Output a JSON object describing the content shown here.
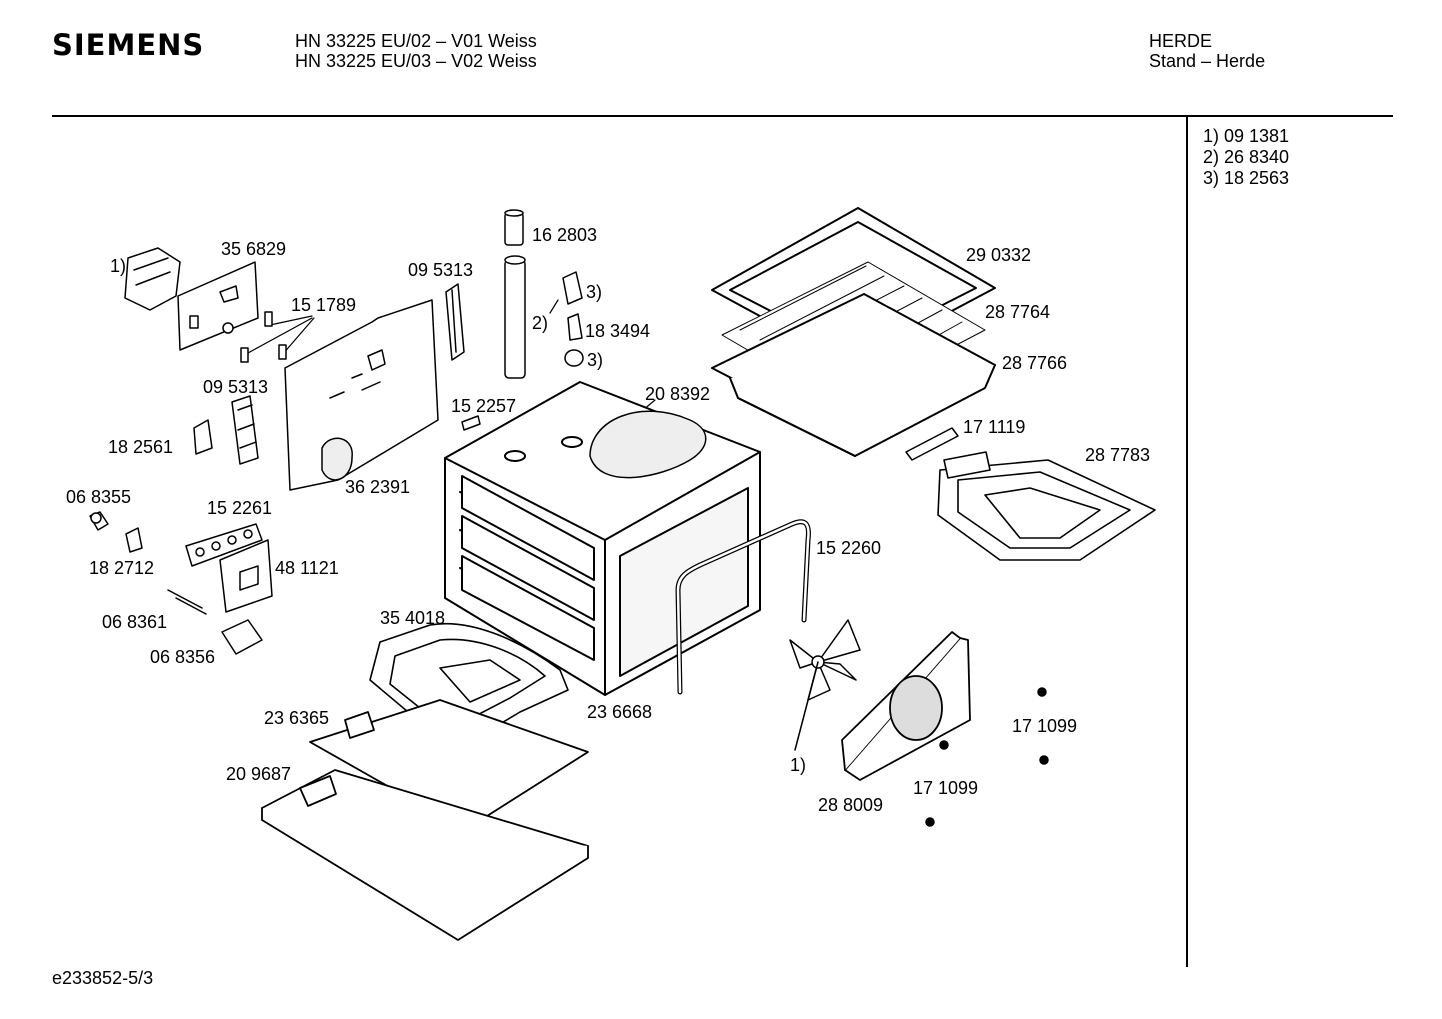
{
  "header": {
    "brand": "SIEMENS",
    "models": [
      "HN 33225 EU/02 – V01 Weiss",
      "HN 33225 EU/03 – V02 Weiss"
    ],
    "category": [
      "HERDE",
      "Stand – Herde"
    ]
  },
  "footnotes": [
    "1) 09 1381",
    "2) 26 8340",
    "3) 18 2563"
  ],
  "footer": {
    "doc_id": "e233852-5/3"
  },
  "part_labels": [
    {
      "id": "p1",
      "text": "1)"
    },
    {
      "id": "p2",
      "text": "35 6829"
    },
    {
      "id": "p3",
      "text": "09 5313"
    },
    {
      "id": "p4",
      "text": "15 1789"
    },
    {
      "id": "p5",
      "text": "16 2803"
    },
    {
      "id": "p6",
      "text": "3)"
    },
    {
      "id": "p7",
      "text": "2)"
    },
    {
      "id": "p8",
      "text": "18 3494"
    },
    {
      "id": "p9",
      "text": "3)"
    },
    {
      "id": "p10",
      "text": "29 0332"
    },
    {
      "id": "p11",
      "text": "28 7764"
    },
    {
      "id": "p12",
      "text": "28 7766"
    },
    {
      "id": "p13",
      "text": "09 5313"
    },
    {
      "id": "p14",
      "text": "15 2257"
    },
    {
      "id": "p15",
      "text": "20 8392"
    },
    {
      "id": "p16",
      "text": "18 2561"
    },
    {
      "id": "p17",
      "text": "17 1119"
    },
    {
      "id": "p18",
      "text": "28 7783"
    },
    {
      "id": "p19",
      "text": "36 2391"
    },
    {
      "id": "p20",
      "text": "06 8355"
    },
    {
      "id": "p21",
      "text": "15 2261"
    },
    {
      "id": "p22",
      "text": "15 2260"
    },
    {
      "id": "p23",
      "text": "18 2712"
    },
    {
      "id": "p24",
      "text": "48 1121"
    },
    {
      "id": "p25",
      "text": "06 8361"
    },
    {
      "id": "p26",
      "text": "35 4018"
    },
    {
      "id": "p27",
      "text": "06 8356"
    },
    {
      "id": "p28",
      "text": "23 6668"
    },
    {
      "id": "p29",
      "text": "17 1099"
    },
    {
      "id": "p30",
      "text": "23 6365"
    },
    {
      "id": "p31",
      "text": "1)"
    },
    {
      "id": "p32",
      "text": "20 9687"
    },
    {
      "id": "p33",
      "text": "17 1099"
    },
    {
      "id": "p34",
      "text": "28 8009"
    }
  ]
}
